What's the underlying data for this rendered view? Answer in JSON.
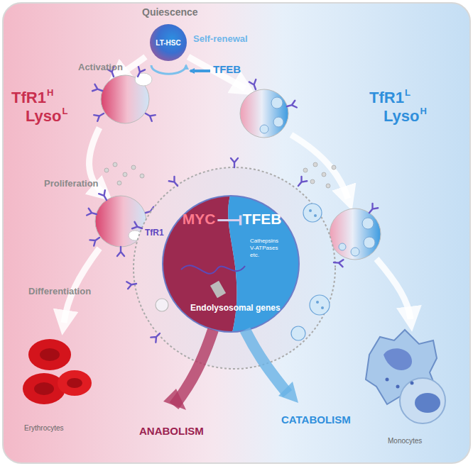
{
  "diagram": {
    "nodes": [
      {
        "text": [
          "LT-HSC"
        ]
      },
      {
        "text": [
          "MYC"
        ]
      },
      {
        "text": [
          "TFEB"
        ]
      }
    ],
    "edges": [
      {
        "from": 1,
        "to": 2,
        "arrow": "to"
      }
    ],
    "labels": [
      "Quiescence",
      "Self-renewal",
      "TFEB",
      "Activation",
      "TfR1",
      "H",
      "Lyso",
      "L",
      "Proliferation",
      "TfR1",
      "Cathepsins",
      "V-ATPases",
      "etc.",
      "Endolysosomal genes",
      "Differentiation",
      "Erythrocytes",
      "ANABOLISM",
      "CATABOLISM",
      "TfR1",
      "L",
      "Lyso",
      "H",
      "Monocytes"
    ]
  }
}
